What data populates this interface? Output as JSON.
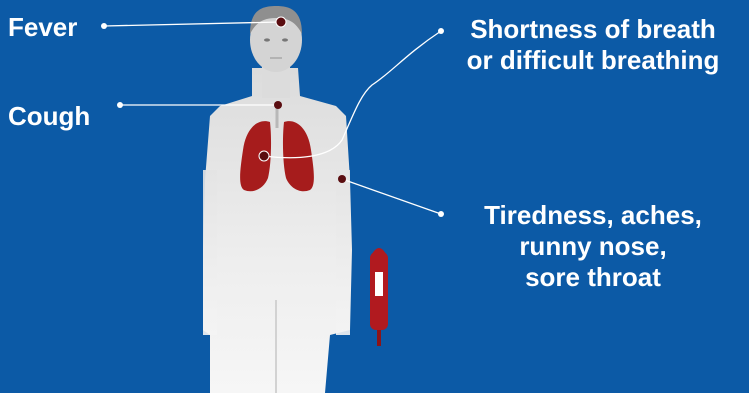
{
  "labels": {
    "fever": "Fever",
    "cough": "Cough",
    "breath_line1": "Shortness of breath",
    "breath_line2": "or difficult breathing",
    "other_line1": "Tiredness, aches,",
    "other_line2": "runny nose,",
    "other_line3": "sore throat"
  },
  "colors": {
    "background": "#0c5aa6",
    "body": "#e6e6e6",
    "lungs": "#a61c1c",
    "marker": "#5a0d10",
    "thermometer": "#b11a1f",
    "label": "#ffffff"
  },
  "icons": {
    "figure": "human-body-icon",
    "lungs": "lungs-icon",
    "thermometer": "thermometer-icon"
  }
}
